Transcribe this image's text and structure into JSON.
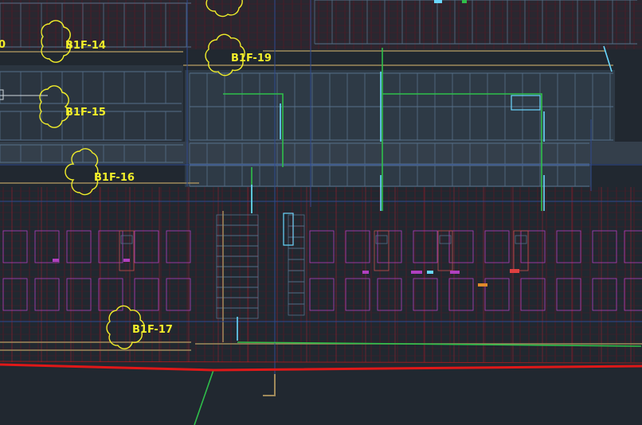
{
  "drawing": {
    "background": "#212830",
    "colors": {
      "wall_dark": "#4a1d27",
      "wall_red": "#7a2330",
      "grid_blue": "#2f4a8f",
      "fill_gray": "#3b4754",
      "stall_line": "#56708a",
      "beam_tan": "#a08a5a",
      "magenta": "#b040c0",
      "cyan": "#6ad8ff",
      "green": "#2fbf4a",
      "red_line": "#e01818",
      "yellow": "#f2ee2a"
    },
    "edge_fragment": "0",
    "clouds": [
      {
        "id": "B1F-14",
        "label": "B1F-14"
      },
      {
        "id": "B1F-15",
        "label": "B1F-15"
      },
      {
        "id": "B1F-16",
        "label": "B1F-16"
      },
      {
        "id": "B1F-17",
        "label": "B1F-17"
      },
      {
        "id": "B1F-19",
        "label": "B1F-19"
      }
    ]
  }
}
